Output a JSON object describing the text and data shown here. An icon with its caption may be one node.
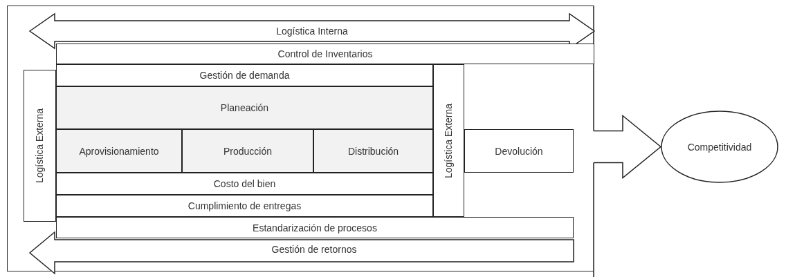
{
  "diagram": {
    "nodes": [
      {
        "text": [],
        "shape": "box"
      },
      {
        "text": [
          "Logística Interna"
        ],
        "in": 0
      },
      {
        "text": [
          "Control de Inventarios"
        ],
        "in": 0
      },
      {
        "text": [
          "Logística Externa"
        ],
        "in": 0
      },
      {
        "text": [
          "Gestión de demanda"
        ],
        "in": 0
      },
      {
        "text": [
          "Planeación"
        ],
        "in": 0
      },
      {
        "text": [
          "Aprovisionamiento"
        ],
        "in": 0
      },
      {
        "text": [
          "Producción"
        ],
        "in": 0
      },
      {
        "text": [
          "Distribución"
        ],
        "in": 0
      },
      {
        "text": [
          "Logística Externa"
        ],
        "in": 0
      },
      {
        "text": [
          "Devolución"
        ],
        "in": 0
      },
      {
        "text": [
          "Costo del bien"
        ],
        "in": 0
      },
      {
        "text": [
          "Cumplimiento de entregas"
        ],
        "in": 0
      },
      {
        "text": [
          "Estandarización de procesos"
        ],
        "in": 0
      },
      {
        "text": [
          "Gestión de retornos"
        ],
        "in": 0
      },
      {
        "text": [
          "Competitividad"
        ]
      }
    ],
    "edges": [
      {
        "from": 0,
        "to": 15,
        "arrow": "to"
      }
    ]
  }
}
